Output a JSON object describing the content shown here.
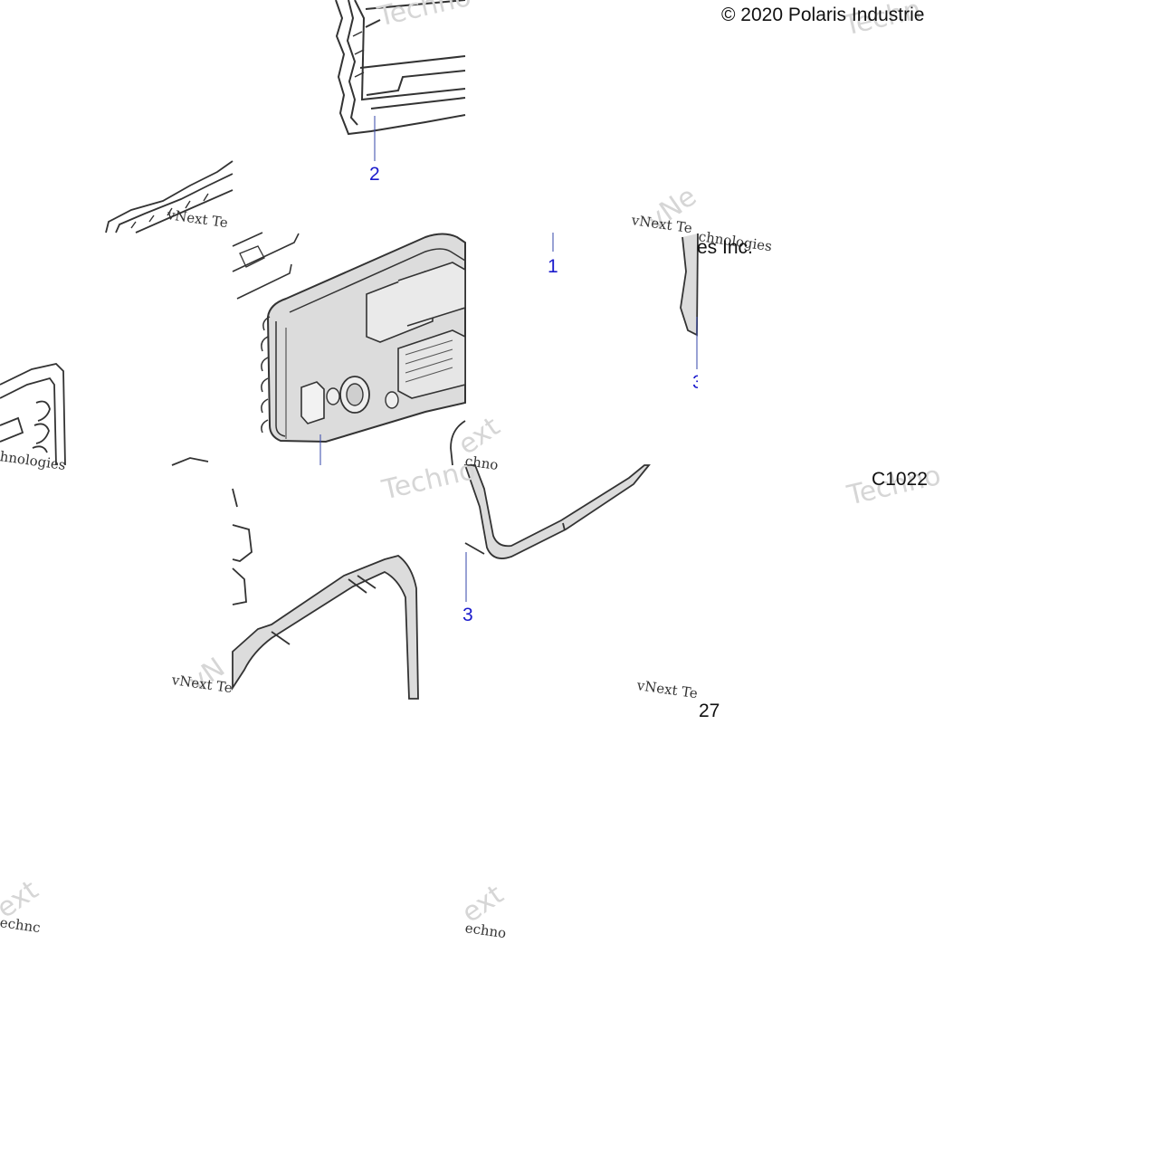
{
  "diagram": {
    "copyright": "© 2020 Polaris Industrie",
    "copyright_tail": "es Inc.",
    "figure_id": "C1022",
    "page_number": "27",
    "callouts": [
      "2",
      "1",
      "3",
      "3"
    ],
    "watermark_large": "Techno",
    "watermark_large_2": "Techn",
    "watermark_large_3": "Techno",
    "watermark_large_4": "Techno",
    "watermark_small": "vNext Te",
    "watermark_small_2": "vNext Te",
    "watermark_small_3": "vNext Te",
    "watermark_small_4": "vNext Te",
    "watermark_fragment_1": "chnologies",
    "watermark_fragment_2": "hnologies",
    "watermark_fragment_3": "chno",
    "watermark_fragment_4": "echnc",
    "watermark_fragment_5": "echno",
    "watermark_fragment_6": "ext",
    "watermark_fragment_7": "ext",
    "watermark_fragment_8": "ext",
    "watermark_fragment_9": "vNe",
    "watermark_fragment_10": "vN"
  },
  "colors": {
    "callout": "#1a1acc",
    "line": "#3a3a3a",
    "fill": "#dcdcdc",
    "watermark": "#d0d0d0"
  }
}
